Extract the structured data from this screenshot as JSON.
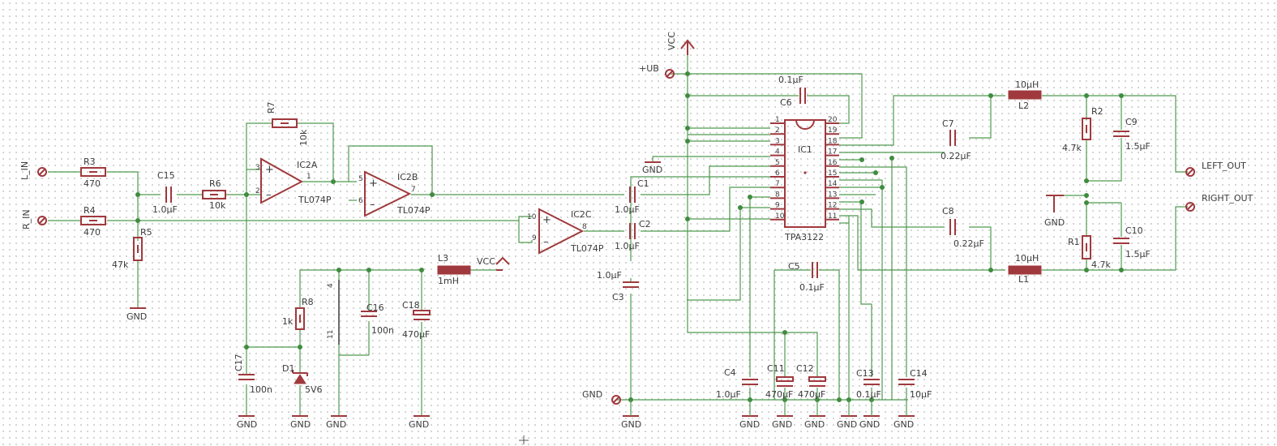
{
  "schematic": {
    "ports": {
      "l_in": "L_IN",
      "r_in": "R_IN",
      "left_out": "LEFT_OUT",
      "right_out": "RIGHT_OUT",
      "ub": "+UB",
      "gnd": "GND",
      "vcc": "VCC"
    },
    "parts": {
      "r3": {
        "name": "R3",
        "value": "470"
      },
      "r4": {
        "name": "R4",
        "value": "470"
      },
      "r5": {
        "name": "R5",
        "value": "47k"
      },
      "r6": {
        "name": "R6",
        "value": "10k"
      },
      "r7": {
        "name": "R7",
        "value": "10k"
      },
      "r8": {
        "name": "R8",
        "value": "1k"
      },
      "r1": {
        "name": "R1",
        "value": "4.7k"
      },
      "r2": {
        "name": "R2",
        "value": "4.7k"
      },
      "c15": {
        "name": "C15",
        "value": "1.0µF"
      },
      "c1": {
        "name": "C1",
        "value": "1.0µF"
      },
      "c2": {
        "name": "C2",
        "value": "1.0µF"
      },
      "c3": {
        "name": "C3",
        "value": "1.0µF"
      },
      "c4": {
        "name": "C4",
        "value": "1.0µF"
      },
      "c5": {
        "name": "C5",
        "value": "0.1µF"
      },
      "c6": {
        "name": "C6",
        "value": "0.1µF"
      },
      "c7": {
        "name": "C7",
        "value": "0.22µF"
      },
      "c8": {
        "name": "C8",
        "value": "0.22µF"
      },
      "c9": {
        "name": "C9",
        "value": "1.5µF"
      },
      "c10": {
        "name": "C10",
        "value": "1.5µF"
      },
      "c11": {
        "name": "C11",
        "value": "470µF"
      },
      "c12": {
        "name": "C12",
        "value": "470µF"
      },
      "c13": {
        "name": "C13",
        "value": "0.1µF"
      },
      "c14": {
        "name": "C14",
        "value": "10µF"
      },
      "c16": {
        "name": "C16",
        "value": "100n"
      },
      "c17": {
        "name": "C17",
        "value": "100n"
      },
      "c18": {
        "name": "C18",
        "value": "470µF"
      },
      "l1": {
        "name": "L1",
        "value": "10µH"
      },
      "l2": {
        "name": "L2",
        "value": "10µH"
      },
      "l3": {
        "name": "L3",
        "value": "1mH"
      },
      "d1": {
        "name": "D1",
        "value": "5V6"
      },
      "ic2a": {
        "name": "IC2A",
        "value": "TL074P"
      },
      "ic2b": {
        "name": "IC2B",
        "value": "TL074P"
      },
      "ic2c": {
        "name": "IC2C",
        "value": "TL074P"
      },
      "ic1": {
        "name": "IC1",
        "value": "TPA3122"
      }
    },
    "ic1_pins_left": [
      "1",
      "2",
      "3",
      "4",
      "5",
      "6",
      "7",
      "8",
      "9",
      "10"
    ],
    "ic1_pins_right": [
      "20",
      "19",
      "18",
      "17",
      "16",
      "15",
      "14",
      "13",
      "12",
      "11"
    ],
    "opamp_pins": {
      "ic2a_in_plus": "3",
      "ic2a_in_minus": "2",
      "ic2a_out": "1",
      "ic2b_in_plus": "5",
      "ic2b_in_minus": "6",
      "ic2b_out": "7",
      "ic2c_in_plus": "10",
      "ic2c_in_minus": "9",
      "ic2c_out": "8"
    },
    "regulator_pins": {
      "top": "4",
      "bottom": "11"
    }
  }
}
